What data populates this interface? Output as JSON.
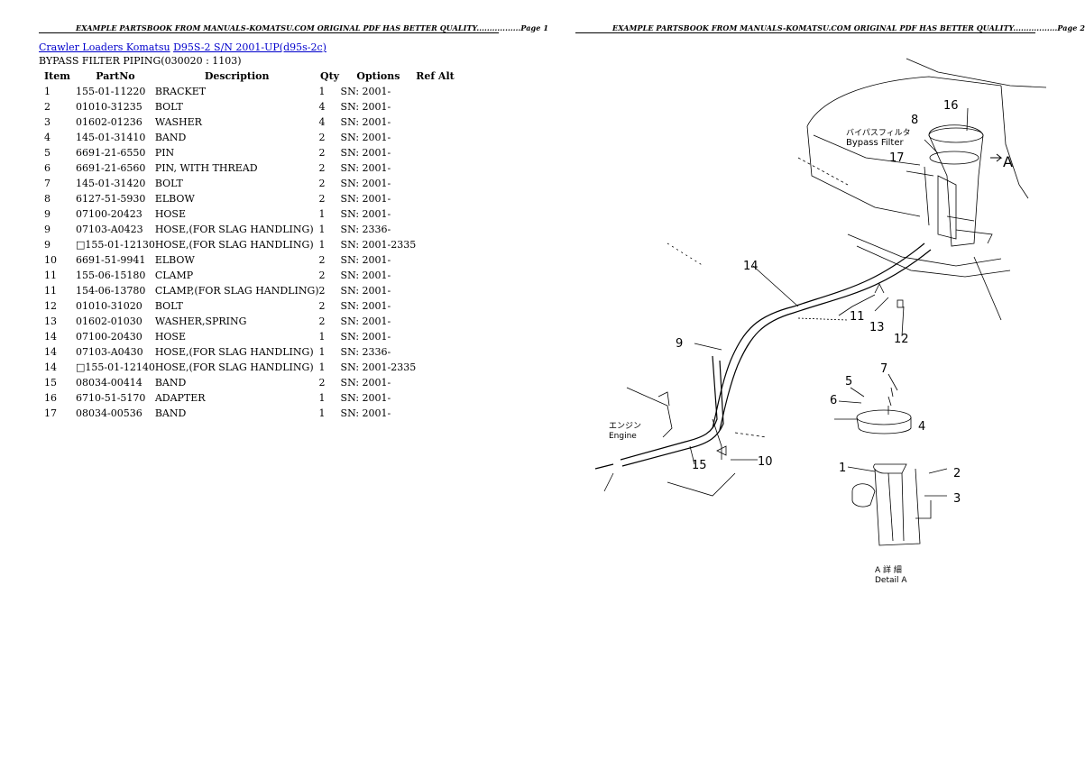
{
  "header": {
    "left": "EXAMPLE PARTSBOOK FROM MANUALS-KOMATSU.COM ORIGINAL PDF HAS BETTER QUALITY.................Page 1",
    "right": "EXAMPLE PARTSBOOK FROM MANUALS-KOMATSU.COM ORIGINAL PDF HAS BETTER QUALITY.................Page 2"
  },
  "breadcrumb": {
    "link1": "Crawler Loaders Komatsu",
    "link2": "D95S-2 S/N 2001-UP(d95s-2c)"
  },
  "subtitle": "BYPASS FILTER PIPING(030020 : 1103)",
  "table": {
    "headers": {
      "item": "Item",
      "partno": "PartNo",
      "description": "Description",
      "qty": "Qty",
      "options": "Options",
      "refalt": "Ref Alt"
    },
    "rows": [
      {
        "item": "1",
        "partno": "155-01-11220",
        "description": "BRACKET",
        "qty": "1",
        "options": "SN: 2001-",
        "refalt": ""
      },
      {
        "item": "2",
        "partno": "01010-31235",
        "description": "BOLT",
        "qty": "4",
        "options": "SN: 2001-",
        "refalt": ""
      },
      {
        "item": "3",
        "partno": "01602-01236",
        "description": "WASHER",
        "qty": "4",
        "options": "SN: 2001-",
        "refalt": ""
      },
      {
        "item": "4",
        "partno": "145-01-31410",
        "description": "BAND",
        "qty": "2",
        "options": "SN: 2001-",
        "refalt": ""
      },
      {
        "item": "5",
        "partno": "6691-21-6550",
        "description": "PIN",
        "qty": "2",
        "options": "SN: 2001-",
        "refalt": ""
      },
      {
        "item": "6",
        "partno": "6691-21-6560",
        "description": "PIN, WITH THREAD",
        "qty": "2",
        "options": "SN: 2001-",
        "refalt": ""
      },
      {
        "item": "7",
        "partno": "145-01-31420",
        "description": "BOLT",
        "qty": "2",
        "options": "SN: 2001-",
        "refalt": ""
      },
      {
        "item": "8",
        "partno": "6127-51-5930",
        "description": "ELBOW",
        "qty": "2",
        "options": "SN: 2001-",
        "refalt": ""
      },
      {
        "item": "9",
        "partno": "07100-20423",
        "description": "HOSE",
        "qty": "1",
        "options": "SN: 2001-",
        "refalt": ""
      },
      {
        "item": "9",
        "partno": "07103-A0423",
        "description": "HOSE,(FOR SLAG HANDLING)",
        "qty": "1",
        "options": "SN: 2336-",
        "refalt": ""
      },
      {
        "item": "9",
        "partno": "□155-01-12130",
        "description": "HOSE,(FOR SLAG HANDLING)",
        "qty": "1",
        "options": "SN: 2001-2335",
        "refalt": ""
      },
      {
        "item": "10",
        "partno": "6691-51-9941",
        "description": "ELBOW",
        "qty": "2",
        "options": "SN: 2001-",
        "refalt": ""
      },
      {
        "item": "11",
        "partno": "155-06-15180",
        "description": "CLAMP",
        "qty": "2",
        "options": "SN: 2001-",
        "refalt": ""
      },
      {
        "item": "11",
        "partno": "154-06-13780",
        "description": "CLAMP,(FOR SLAG HANDLING)",
        "qty": "2",
        "options": "SN: 2001-",
        "refalt": ""
      },
      {
        "item": "12",
        "partno": "01010-31020",
        "description": "BOLT",
        "qty": "2",
        "options": "SN: 2001-",
        "refalt": ""
      },
      {
        "item": "13",
        "partno": "01602-01030",
        "description": "WASHER,SPRING",
        "qty": "2",
        "options": "SN: 2001-",
        "refalt": ""
      },
      {
        "item": "14",
        "partno": "07100-20430",
        "description": "HOSE",
        "qty": "1",
        "options": "SN: 2001-",
        "refalt": ""
      },
      {
        "item": "14",
        "partno": "07103-A0430",
        "description": "HOSE,(FOR SLAG HANDLING)",
        "qty": "1",
        "options": "SN: 2336-",
        "refalt": ""
      },
      {
        "item": "14",
        "partno": "□155-01-12140",
        "description": "HOSE,(FOR SLAG HANDLING)",
        "qty": "1",
        "options": "SN: 2001-2335",
        "refalt": ""
      },
      {
        "item": "15",
        "partno": "08034-00414",
        "description": "BAND",
        "qty": "2",
        "options": "SN: 2001-",
        "refalt": ""
      },
      {
        "item": "16",
        "partno": "6710-51-5170",
        "description": "ADAPTER",
        "qty": "1",
        "options": "SN: 2001-",
        "refalt": ""
      },
      {
        "item": "17",
        "partno": "08034-00536",
        "description": "BAND",
        "qty": "1",
        "options": "SN: 2001-",
        "refalt": ""
      }
    ]
  },
  "diagram": {
    "filter_label_jp": "バイパスフィルタ",
    "filter_label_en": "Bypass Filter",
    "engine_label_jp": "エンジン",
    "engine_label_en": "Engine",
    "detail_label_jp": "A 詳 細",
    "detail_label_en": "Detail A",
    "arrow_label": "A",
    "callouts": {
      "c1": "1",
      "c2": "2",
      "c3": "3",
      "c4": "4",
      "c5": "5",
      "c6": "6",
      "c7": "7",
      "c8": "8",
      "c9": "9",
      "c10": "10",
      "c11": "11",
      "c12": "12",
      "c13": "13",
      "c14": "14",
      "c15": "15",
      "c16": "16",
      "c17": "17"
    }
  }
}
